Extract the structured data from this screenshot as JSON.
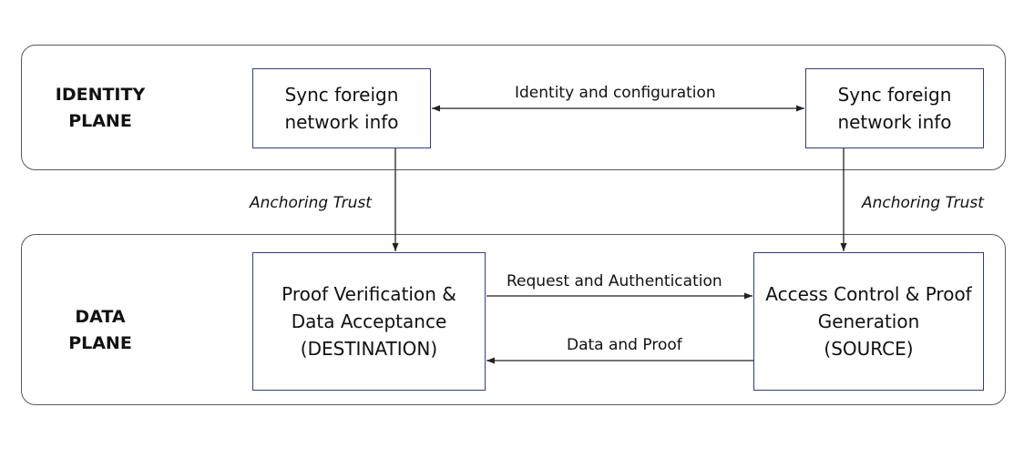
{
  "planes": {
    "identity": "IDENTITY\nPLANE",
    "data": "DATA\nPLANE"
  },
  "nodes": {
    "sync_left": "Sync foreign\nnetwork info",
    "sync_right": "Sync foreign\nnetwork info",
    "destination": "Proof Verification &\nData Acceptance\n(DESTINATION)",
    "source": "Access Control & Proof\nGeneration\n(SOURCE)"
  },
  "edges": {
    "identity_config": "Identity and configuration",
    "anchoring_left": "Anchoring Trust",
    "anchoring_right": "Anchoring Trust",
    "request_auth": "Request and Authentication",
    "data_proof": "Data and Proof"
  },
  "colors": {
    "plane_border": "#5a5a5a",
    "box_border": "#2f3d8a",
    "arrow": "#222222"
  }
}
